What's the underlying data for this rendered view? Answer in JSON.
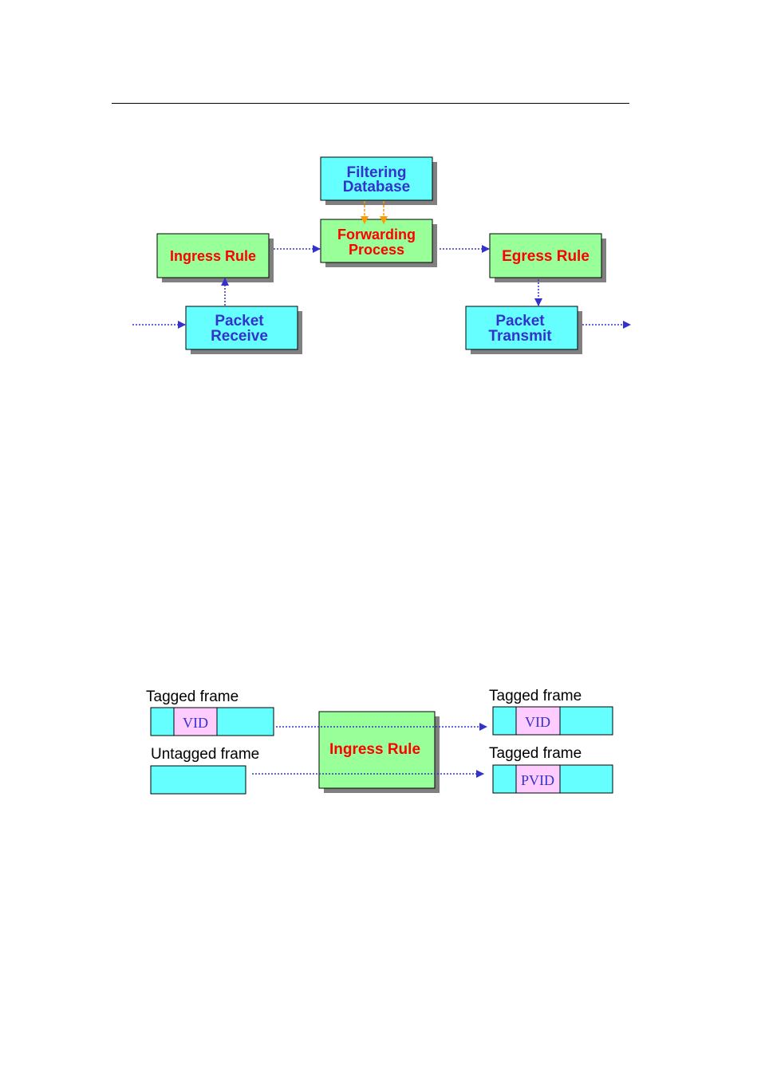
{
  "flow": {
    "filtering_database": [
      "Filtering",
      "Database"
    ],
    "forwarding_process": [
      "Forwarding",
      "Process"
    ],
    "ingress_rule": "Ingress Rule",
    "egress_rule": "Egress Rule",
    "packet_receive": [
      "Packet",
      "Receive"
    ],
    "packet_transmit": [
      "Packet",
      "Transmit"
    ]
  },
  "ingress": {
    "in_tagged_label": "Tagged frame",
    "in_tagged_vid": "VID",
    "in_untagged_label": "Untagged frame",
    "rule_label": "Ingress Rule",
    "out_tagged_label_1": "Tagged frame",
    "out_tagged_vid": "VID",
    "out_tagged_label_2": "Tagged frame",
    "out_tagged_pvid": "PVID"
  },
  "colors": {
    "cyan_box": "#66ffff",
    "green_box": "#99ff99",
    "pink_field": "#ffccff",
    "blue_text": "#3333cc",
    "red_text": "#ff0000",
    "blue_arrow": "#3333cc",
    "orange_arrow": "#ff9900"
  }
}
